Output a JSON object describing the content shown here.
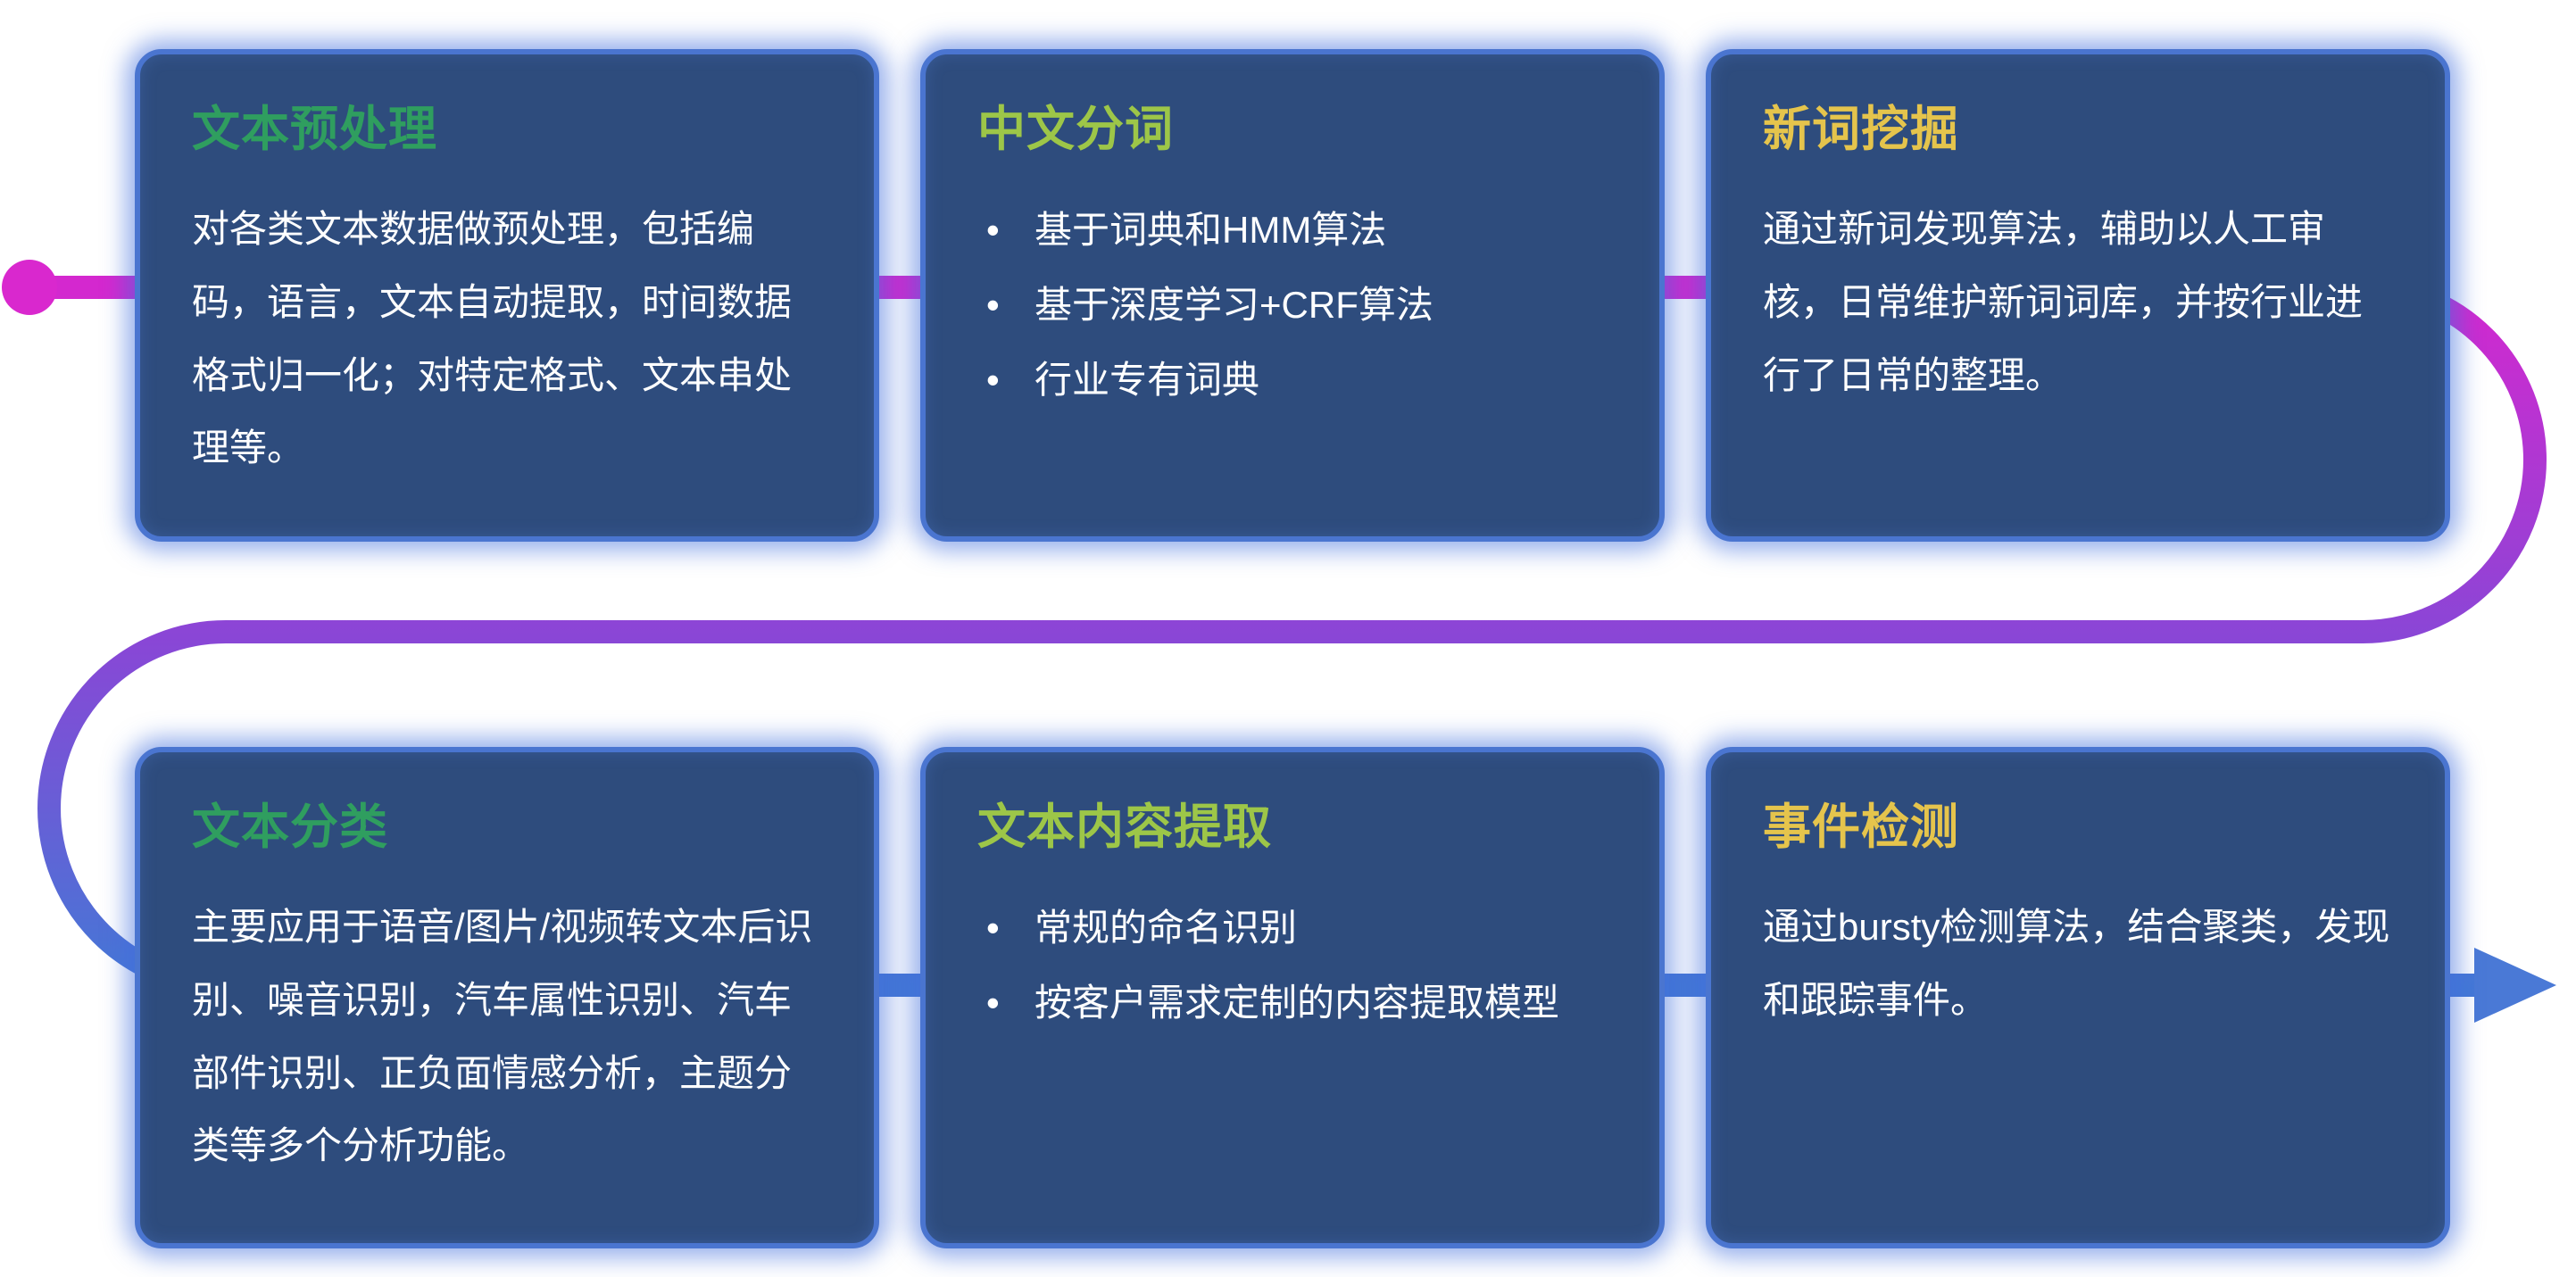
{
  "diagram": {
    "kind": "nlp-pipeline-flow",
    "colors": {
      "card_background": "#2e4c7d",
      "card_border_glow": "#4a75d0",
      "body_text": "#ffffff",
      "flow_start": "#d428cf",
      "flow_middle": "#8a46d6",
      "flow_end": "#4478d6",
      "title_green": "#2f9e5f",
      "title_lime": "#9dc648",
      "title_gold": "#e5c44c"
    }
  },
  "cards": [
    {
      "title": "文本预处理",
      "title_color": "#2f9e5f",
      "body": "对各类文本数据做预处理，包括编码，语言，文本自动提取，时间数据格式归一化；对特定格式、文本串处理等。"
    },
    {
      "title": "中文分词",
      "title_color": "#9dc648",
      "bullets": [
        "基于词典和HMM算法",
        "基于深度学习+CRF算法",
        "行业专有词典"
      ]
    },
    {
      "title": "新词挖掘",
      "title_color": "#e5c44c",
      "body": "通过新词发现算法，辅助以人工审核，日常维护新词词库，并按行业进行了日常的整理。"
    },
    {
      "title": "文本分类",
      "title_color": "#2f9e5f",
      "body": "主要应用于语音/图片/视频转文本后识别、噪音识别，汽车属性识别、汽车部件识别、正负面情感分析，主题分类等多个分析功能。"
    },
    {
      "title": "文本内容提取",
      "title_color": "#9dc648",
      "bullets": [
        "常规的命名识别",
        "按客户需求定制的内容提取模型"
      ]
    },
    {
      "title": "事件检测",
      "title_color": "#e5c44c",
      "body": "通过bursty检测算法，结合聚类，发现和跟踪事件。"
    }
  ]
}
